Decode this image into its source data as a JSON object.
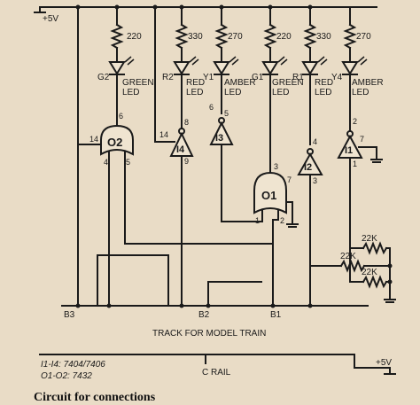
{
  "supply": "+5V",
  "resistors": [
    "220",
    "330",
    "270",
    "220",
    "330",
    "270"
  ],
  "leds": [
    {
      "ref": "G2",
      "line1": "GREEN",
      "line2": "LED"
    },
    {
      "ref": "R2",
      "line1": "RED",
      "line2": "LED"
    },
    {
      "ref": "Y1",
      "line1": "AMBER",
      "line2": "LED"
    },
    {
      "ref": "G1",
      "line1": "GREEN",
      "line2": "LED"
    },
    {
      "ref": "R1",
      "line1": "RED",
      "line2": "LED"
    },
    {
      "ref": "Y4",
      "line1": "AMBER",
      "line2": "LED"
    }
  ],
  "gates": {
    "o2": "O2",
    "i4": "I4",
    "i3": "I3",
    "o1": "O1",
    "i2": "I2",
    "i1": "I1"
  },
  "pins": {
    "o2_out": "6",
    "o2_vcc": "14",
    "o2_a": "4",
    "o2_b": "5",
    "i4_in": "9",
    "i4_out": "8",
    "i4_vcc": "14",
    "i3_in": "6",
    "i3_out": "5",
    "o1_out": "3",
    "o1_gnd": "7",
    "o1_a": "1",
    "o1_b": "2",
    "i2_in": "4",
    "i2_out": "3",
    "i1_in": "2",
    "i1_out": "1",
    "i1_gnd": "7"
  },
  "pulldowns": [
    "22K",
    "22K",
    "22K"
  ],
  "blocks": {
    "b3": "B3",
    "b2": "B2",
    "b1": "B1"
  },
  "track_label": "TRACK FOR MODEL TRAIN",
  "rail_label": "C RAIL",
  "rail_supply": "+5V",
  "ic_note1": "I1-I4: 7404/7406",
  "ic_note2": "O1-O2: 7432",
  "caption": "Circuit for connections"
}
